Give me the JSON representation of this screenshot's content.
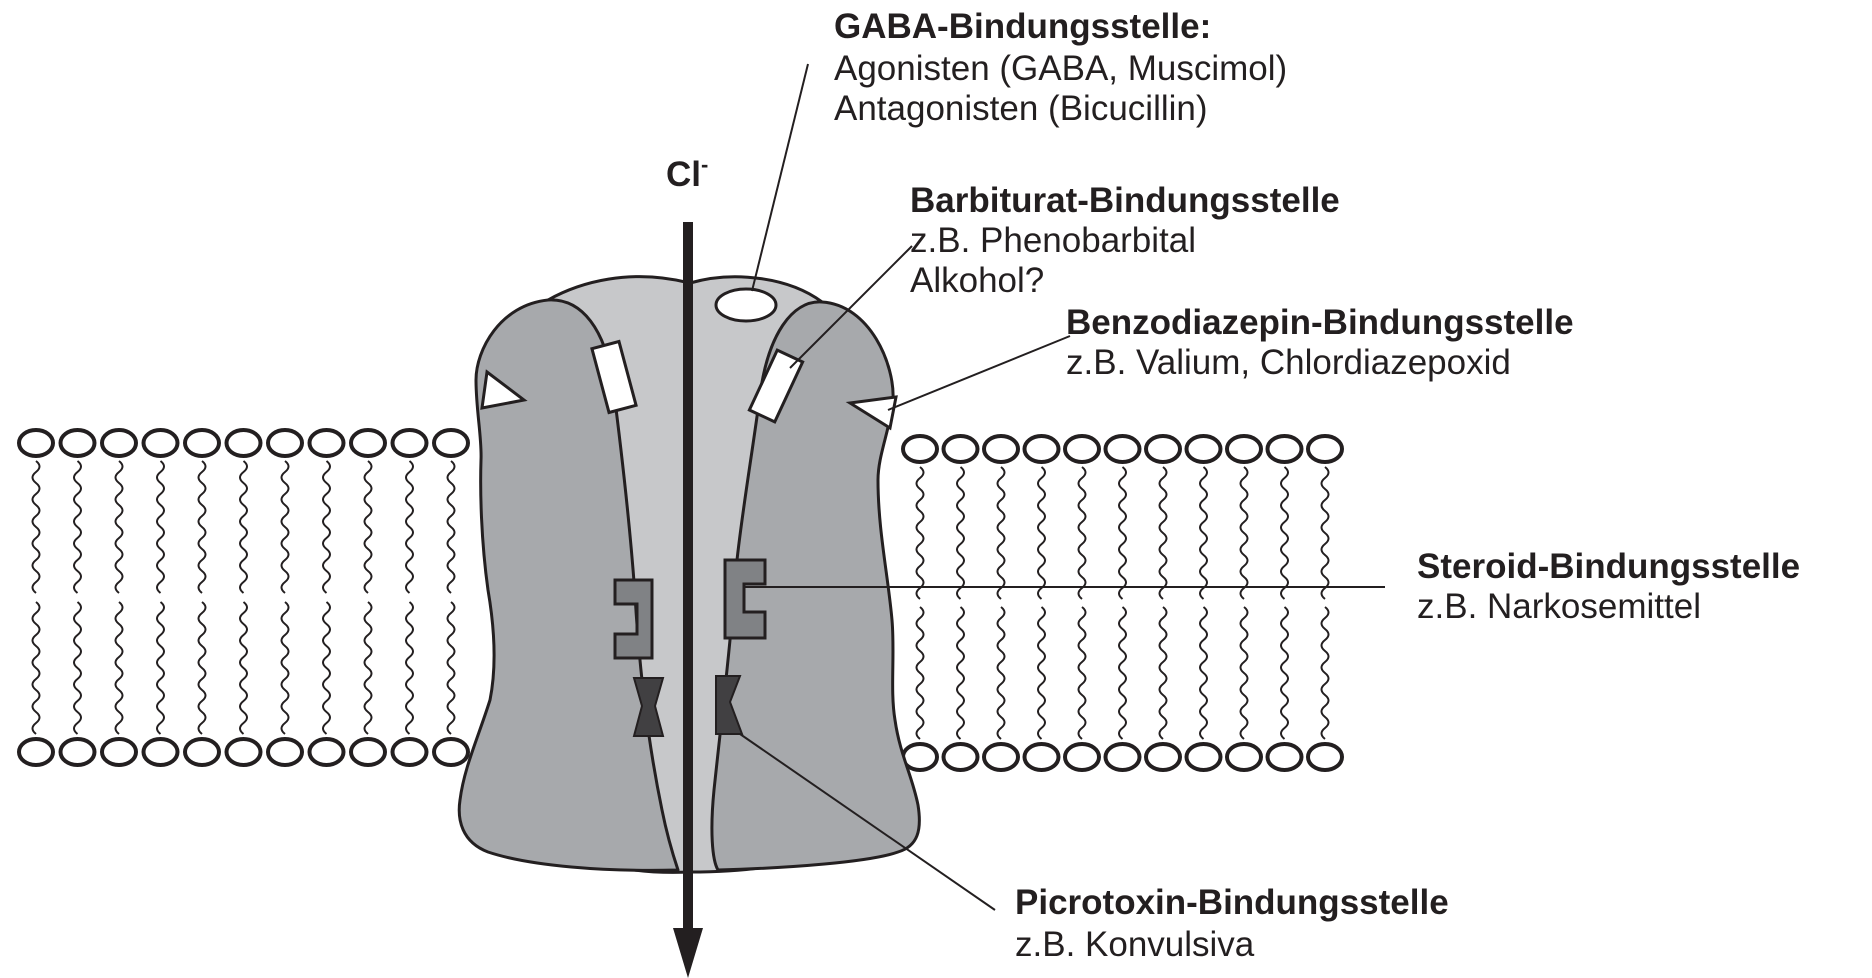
{
  "ion": {
    "symbol": "Cl",
    "charge": "-"
  },
  "colors": {
    "ink": "#231f20",
    "outer_subunit": "#a7a9ac",
    "pore_subunit": "#c7c8ca",
    "steroid_site": "#808285",
    "picrotoxin_site": "#414042",
    "membrane_head": "#ffffff"
  },
  "labels": {
    "gaba": {
      "title": "GABA-Bindungsstelle:",
      "line1": "Agonisten (GABA, Muscimol)",
      "line2": "Antagonisten (Bicucillin)"
    },
    "barbiturat": {
      "title": "Barbiturat-Bindungsstelle",
      "line1": "z.B. Phenobarbital",
      "line2": "Alkohol?"
    },
    "benzodiazepin": {
      "title": "Benzodiazepin-Bindungsstelle",
      "line1": "z.B. Valium, Chlordiazepoxid"
    },
    "steroid": {
      "title": "Steroid-Bindungsstelle",
      "line1": "z.B. Narkosemittel"
    },
    "picrotoxin": {
      "title": "Picrotoxin-Bindungsstelle",
      "line1": "z.B. Konvulsiva"
    }
  }
}
